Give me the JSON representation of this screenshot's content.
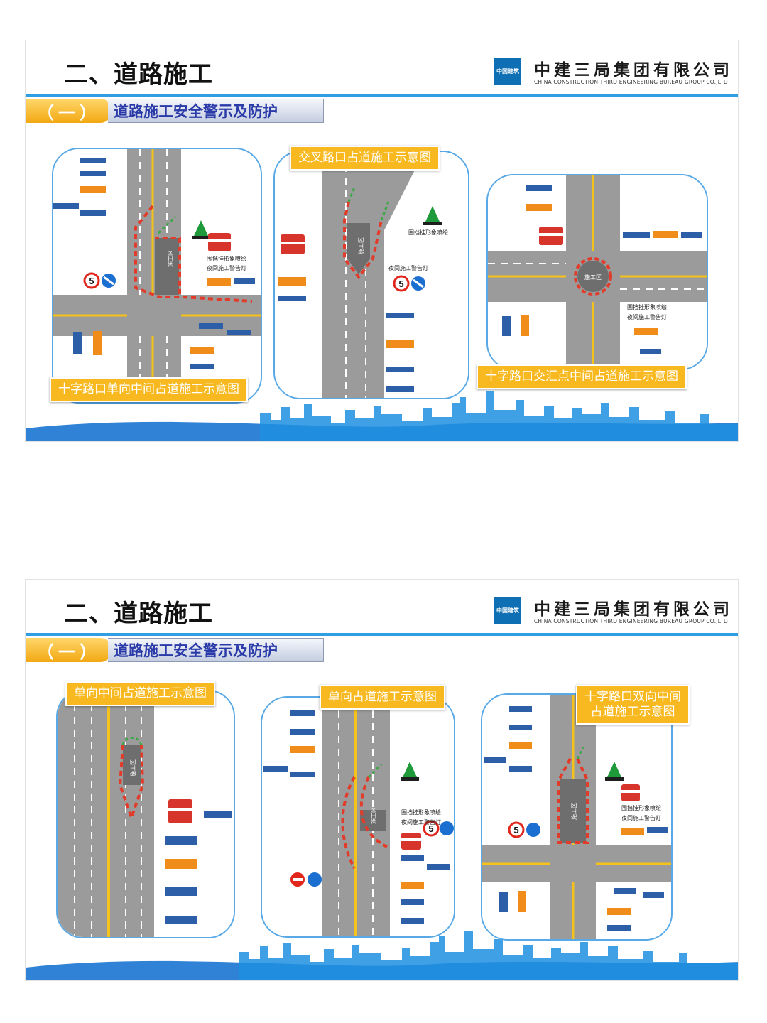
{
  "colors": {
    "brand_blue": "#2f9ee3",
    "accent_orange": "#f7b91f",
    "road_gray": "#9b9b9b",
    "panel_border": "#58a9e6"
  },
  "slides": [
    {
      "title": "二、道路施工",
      "logo_text": "中国建筑",
      "company_cn": "中建三局集团有限公司",
      "company_en": "CHINA CONSTRUCTION THIRD ENGINEERING BUREAU GROUP CO.,LTD",
      "section_number": "（一）",
      "section_title": "道路施工安全警示及防护",
      "diagrams": [
        {
          "caption": "十字路口单向中间占道施工示意图",
          "notes": [
            "围挡挂形象喷绘",
            "夜间施工警告灯"
          ],
          "zone": "施工区"
        },
        {
          "caption": "交叉路口占道施工示意图",
          "notes": [
            "围挡挂形象喷绘",
            "夜间施工警告灯"
          ],
          "zone": "施工区"
        },
        {
          "caption": "十字路口交汇点中间占道施工示意图",
          "notes": [
            "围挡挂形象喷绘",
            "夜间施工警告灯"
          ],
          "zone": "施工区"
        }
      ]
    },
    {
      "title": "二、道路施工",
      "logo_text": "中国建筑",
      "company_cn": "中建三局集团有限公司",
      "company_en": "CHINA CONSTRUCTION THIRD ENGINEERING BUREAU GROUP CO.,LTD",
      "section_number": "（一）",
      "section_title": "道路施工安全警示及防护",
      "diagrams": [
        {
          "caption": "单向中间占道施工示意图",
          "notes": [],
          "zone": "施工区"
        },
        {
          "caption": "单向占道施工示意图",
          "notes": [
            "围挡挂形象喷绘",
            "夜间施工警告灯"
          ],
          "zone": "施工区"
        },
        {
          "caption": "十字路口双向中间\n占道施工示意图",
          "notes": [
            "围挡挂形象喷绘",
            "夜间施工警告灯"
          ],
          "zone": "施工区"
        }
      ]
    }
  ]
}
